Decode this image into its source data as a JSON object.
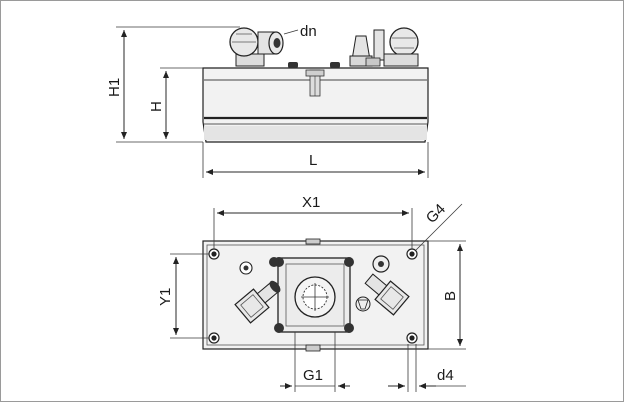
{
  "labels": {
    "dn": "dn",
    "h1": "H1",
    "h": "H",
    "l": "L",
    "x1": "X1",
    "g4": "G4",
    "y1": "Y1",
    "b": "B",
    "g1": "G1",
    "d4": "d4"
  }
}
